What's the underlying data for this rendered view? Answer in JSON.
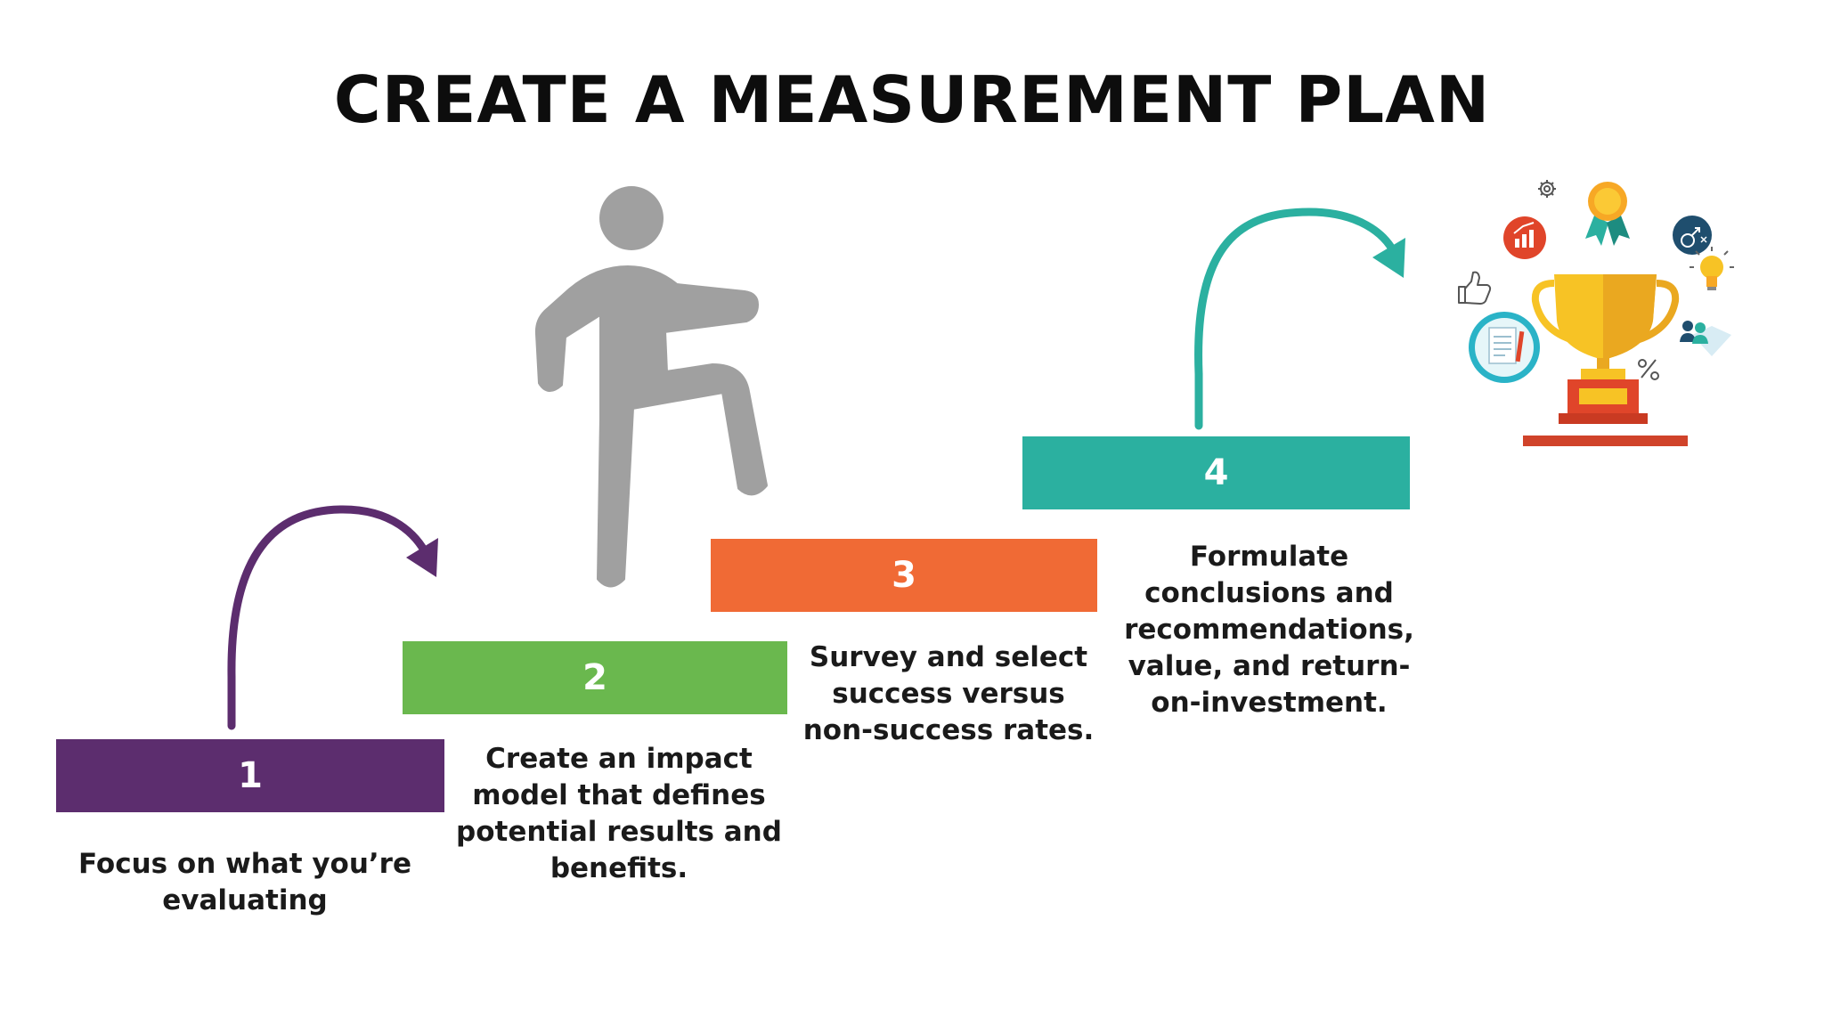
{
  "title": "CREATE A MEASUREMENT PLAN",
  "colors": {
    "step1": "#5c2d6e",
    "step2": "#6ab84e",
    "step3": "#f06a35",
    "step4": "#2bb0a0",
    "person": "#a0a0a0",
    "trophy_gold": "#f7c325",
    "trophy_base": "#e0452a"
  },
  "steps": [
    {
      "number": "1",
      "description": "Focus on what you’re evaluating"
    },
    {
      "number": "2",
      "description": "Create an impact model that defines potential results and benefits."
    },
    {
      "number": "3",
      "description": "Survey and select success versus non-success rates."
    },
    {
      "number": "4",
      "description": "Formulate conclusions and recommendations, value, and return-on-investment."
    }
  ],
  "icons": [
    "person-icon",
    "trophy-icon",
    "gear-icon",
    "medal-icon",
    "chart-badge-icon",
    "gender-icon",
    "thumbs-up-icon",
    "lightbulb-icon",
    "document-icon",
    "team-icon",
    "percent-icon"
  ]
}
